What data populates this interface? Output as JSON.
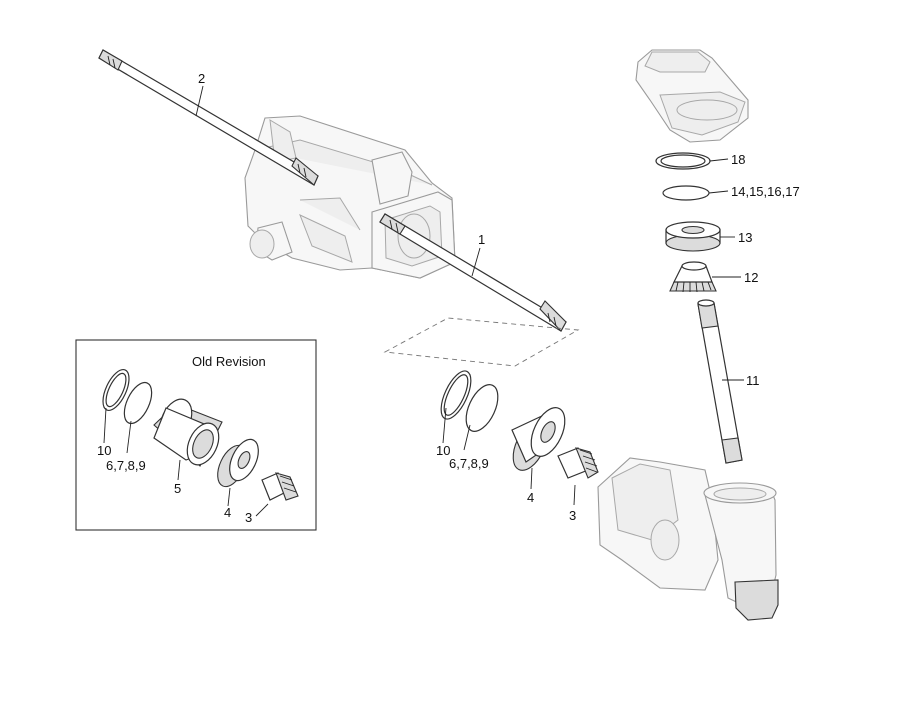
{
  "inset": {
    "title": "Old Revision"
  },
  "callouts": {
    "c1": "1",
    "c2": "2",
    "c3": "3",
    "c4": "4",
    "c6789": "6,7,8,9",
    "c10": "10",
    "c11": "11",
    "c12": "12",
    "c13": "13",
    "c14_17": "14,15,16,17",
    "c18": "18",
    "old_c10": "10",
    "old_c6789": "6,7,8,9",
    "old_c5": "5",
    "old_c4": "4",
    "old_c3": "3"
  }
}
